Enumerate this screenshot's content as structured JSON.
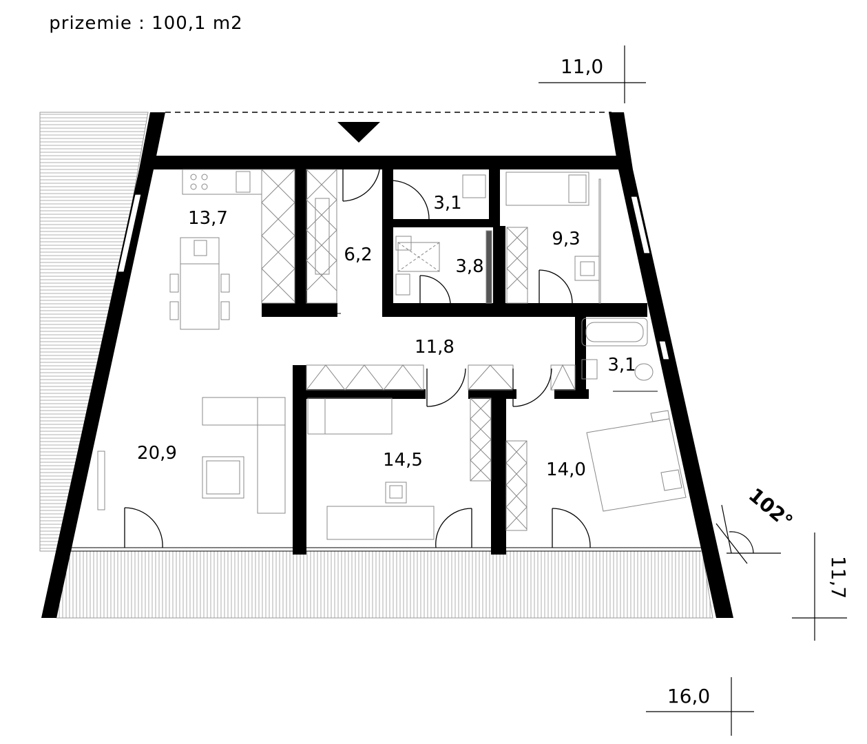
{
  "plan": {
    "title": "prizemie : 100,1 m2",
    "dimensions": {
      "top_width": "11,0",
      "bottom_width": "16,0",
      "depth": "11,7",
      "angle": "102°"
    },
    "rooms": {
      "kitchen": "13,7",
      "living": "20,9",
      "wardrobe": "6,2",
      "wc": "3,1",
      "shower": "3,8",
      "bedroom_small": "9,3",
      "hall": "11,8",
      "bath": "3,1",
      "bedroom_middle": "14,5",
      "bedroom_master": "14,0"
    }
  }
}
